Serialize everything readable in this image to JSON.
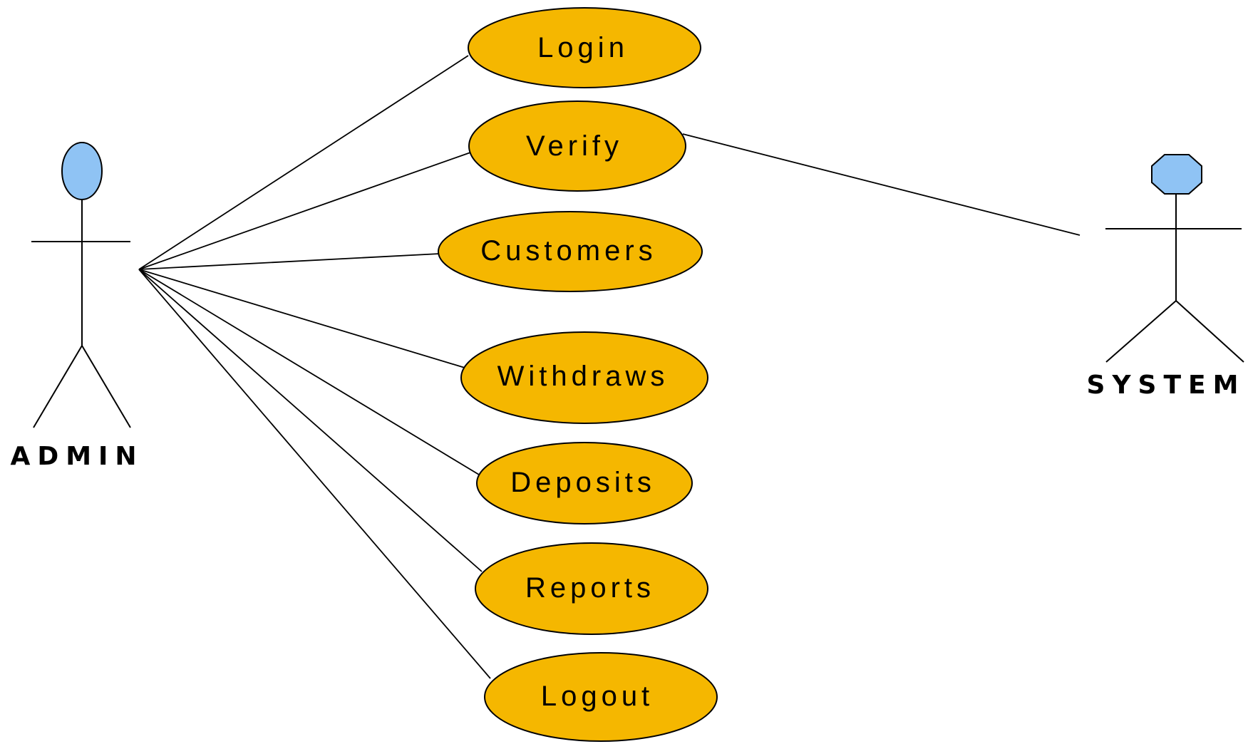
{
  "colors": {
    "usecase_fill": "#f5b700",
    "actor_head_fill": "#8fc3f4",
    "line": "#000000",
    "background": "#ffffff"
  },
  "actors": [
    {
      "id": "admin",
      "label": "ADMIN"
    },
    {
      "id": "system",
      "label": "SYSTEM"
    }
  ],
  "usecases": [
    {
      "id": "login",
      "label": "Login"
    },
    {
      "id": "verify",
      "label": "Verify"
    },
    {
      "id": "customers",
      "label": "Customers"
    },
    {
      "id": "withdraws",
      "label": "Withdraws"
    },
    {
      "id": "deposits",
      "label": "Deposits"
    },
    {
      "id": "reports",
      "label": "Reports"
    },
    {
      "id": "logout",
      "label": "Logout"
    }
  ],
  "associations": [
    {
      "from": "admin",
      "to": "login"
    },
    {
      "from": "admin",
      "to": "verify"
    },
    {
      "from": "admin",
      "to": "customers"
    },
    {
      "from": "admin",
      "to": "withdraws"
    },
    {
      "from": "admin",
      "to": "deposits"
    },
    {
      "from": "admin",
      "to": "reports"
    },
    {
      "from": "admin",
      "to": "logout"
    },
    {
      "from": "system",
      "to": "verify"
    }
  ]
}
